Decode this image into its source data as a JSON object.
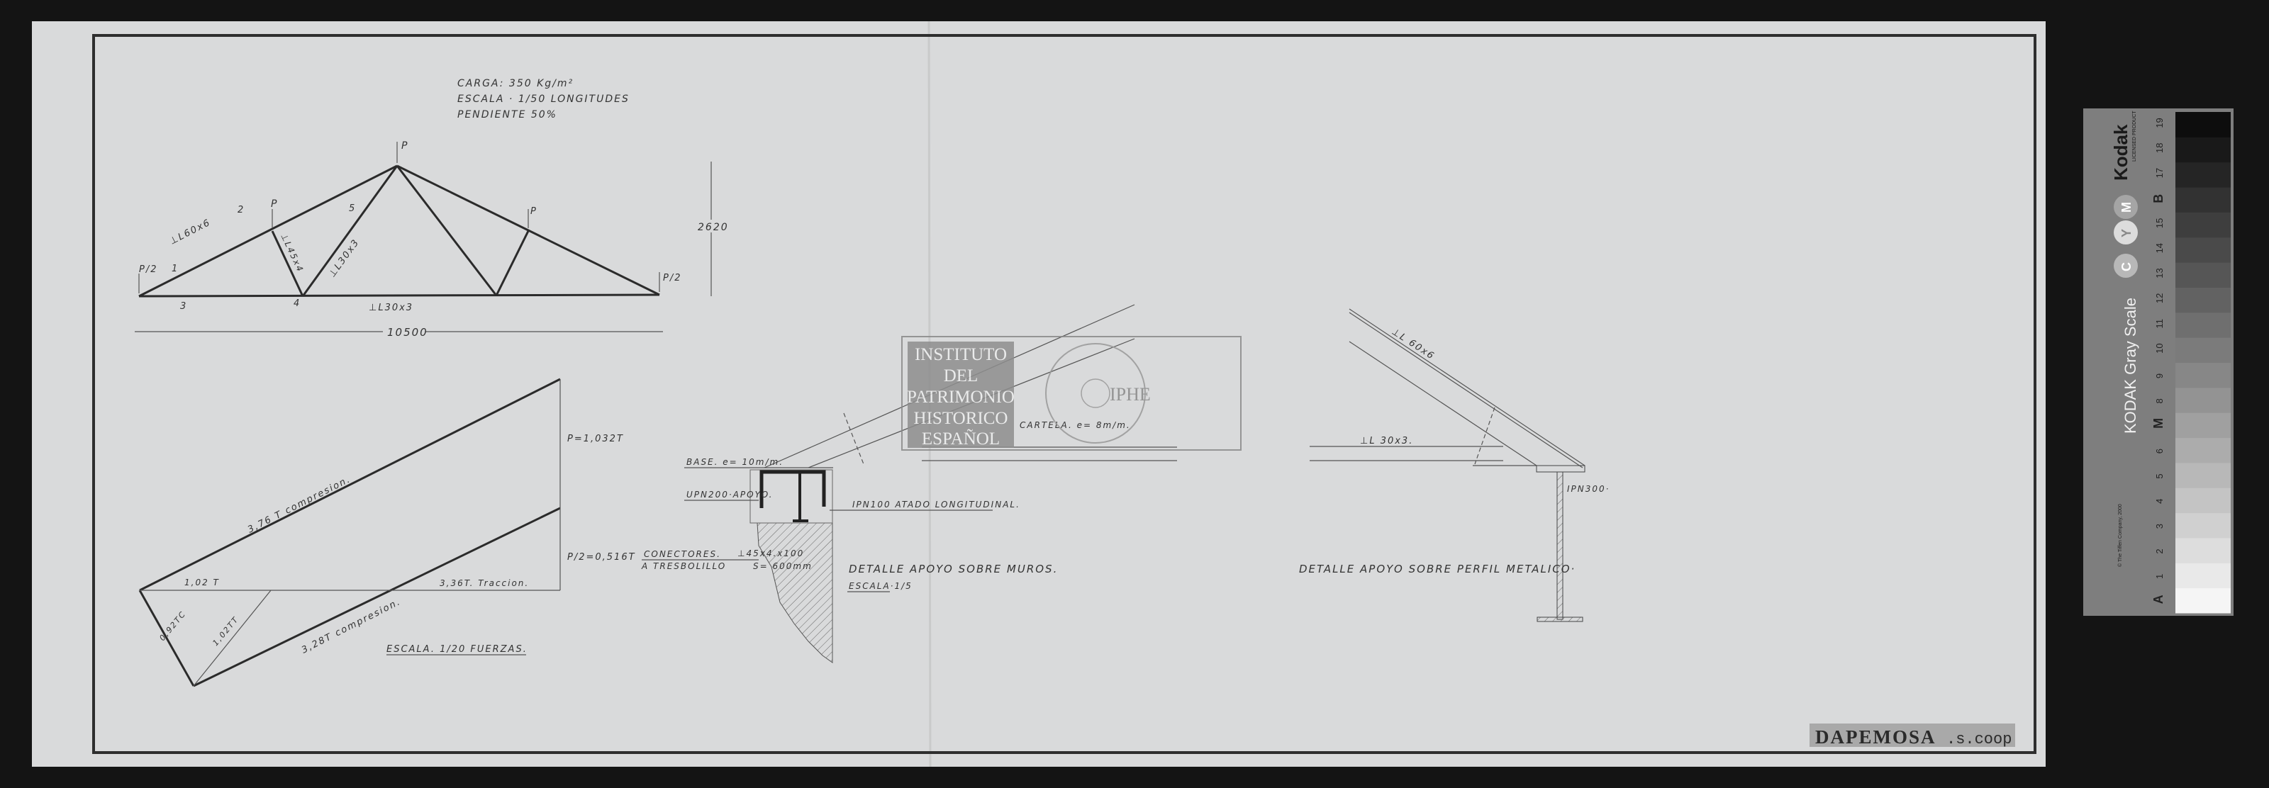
{
  "truss": {
    "notes": [
      "CARGA: 350 Kg/m²",
      "ESCALA · 1/50 LONGITUDES",
      "PENDIENTE 50%"
    ],
    "loads": {
      "p": "P",
      "half_p": "P/2"
    },
    "member_labels": [
      "⊥L60x6",
      "⊥L45x4",
      "⊥L30x3",
      "⊥L30x3"
    ],
    "member_numbers": [
      "1",
      "2",
      "3",
      "4",
      "5"
    ],
    "span": "10500",
    "height": "2620"
  },
  "force_diagram": {
    "labels": {
      "p_full": "P=1,032T",
      "p_half": "P/2=0,516T",
      "top_chord": "3,76 T compresion.",
      "bottom_chord": "3,28T compresion.",
      "tie": "3,36T. Traccion.",
      "tie_inner": "1,02 T",
      "diag_left": "0,92TC",
      "diag_inner": "1,02TT"
    },
    "scale": "ESCALA. 1/20 FUERZAS."
  },
  "detail_wall": {
    "base": "BASE. e= 10m/m.",
    "upn": "UPN200·APOYO.",
    "ipn": "IPN100  ATADO LONGITUDINAL.",
    "connectors_1": "CONECTORES.",
    "connectors_2": "A TRESBOLILLO",
    "angle": "⊥45x4.x100",
    "spacing": "S= 600mm",
    "cartela": "CARTELA. e= 8m/m.",
    "title": "DETALLE  APOYO  SOBRE  MUROS.",
    "scale": "ESCALA·1/5"
  },
  "detail_metal": {
    "rafter": "⊥L 60x6",
    "chord": "⊥L 30x3.",
    "column": "IPN300·",
    "title": "DETALLE APOYO SOBRE PERFIL METALICO·"
  },
  "watermark": {
    "lines": [
      "INSTITUTO",
      "DEL",
      "PATRIMONIO",
      "HISTORICO",
      "ESPAÑOL"
    ],
    "seal": "IPHE"
  },
  "stamp": {
    "name": "DAPEMOSA",
    "suffix": ".s.coop"
  },
  "gray_card": {
    "brand": "Kodak",
    "licensed": "LICENSED PRODUCT",
    "title": "KODAK Gray Scale",
    "copyright": "© The Tiffen Company, 2000",
    "cym": [
      "C",
      "Y",
      "M"
    ],
    "steps": [
      "A",
      "1",
      "2",
      "3",
      "4",
      "5",
      "6",
      "M",
      "8",
      "9",
      "10",
      "11",
      "12",
      "13",
      "14",
      "15",
      "B",
      "17",
      "18",
      "19"
    ]
  }
}
